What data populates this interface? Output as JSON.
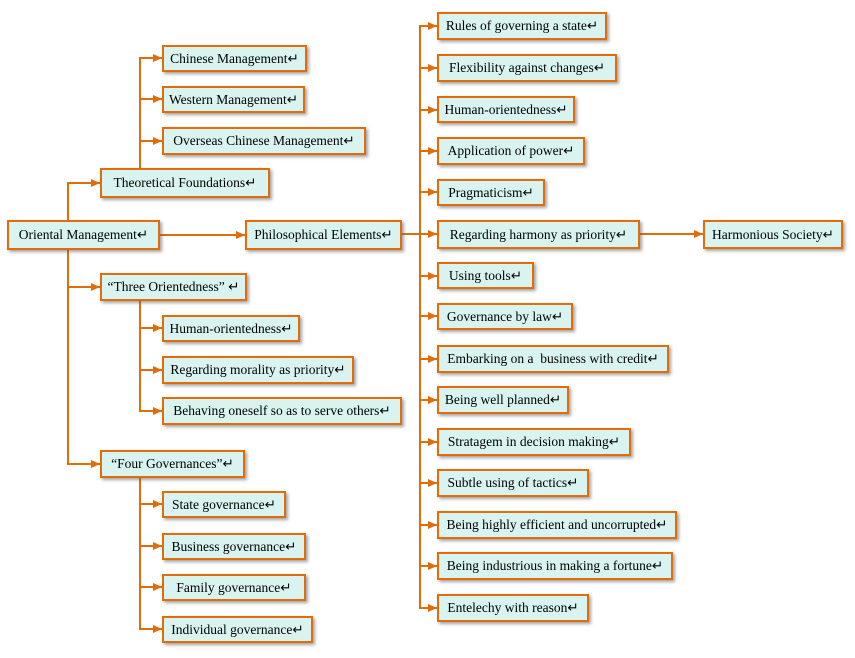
{
  "diagram": {
    "type": "tree-flowchart",
    "colors": {
      "box_fill": "#d8f3f0",
      "box_border": "#e36c0a",
      "connector_line": "#e36c0a",
      "text": "#000000",
      "background": "#ffffff"
    },
    "nodes": {
      "oriental_management": {
        "label": "Oriental Management↵"
      },
      "theoretical_foundations": {
        "label": "Theoretical Foundations↵"
      },
      "chinese_management": {
        "label": "Chinese Management↵"
      },
      "western_management": {
        "label": "Western Management↵"
      },
      "overseas_chinese_management": {
        "label": "Overseas Chinese Management↵"
      },
      "philosophical_elements": {
        "label": "Philosophical Elements↵"
      },
      "three_orientedness": {
        "label": "“Three Orientedness” ↵"
      },
      "human_orientedness_left": {
        "label": "Human-orientedness↵"
      },
      "regarding_morality": {
        "label": "Regarding morality as priority↵"
      },
      "behaving_oneself": {
        "label": "Behaving oneself so as to serve others↵"
      },
      "four_governances": {
        "label": "“Four Governances”↵"
      },
      "state_governance": {
        "label": "State governance↵"
      },
      "business_governance": {
        "label": "Business governance↵"
      },
      "family_governance": {
        "label": "Family governance↵"
      },
      "individual_governance": {
        "label": "Individual governance↵"
      },
      "rules_of_governing": {
        "label": "Rules of governing a state↵"
      },
      "flexibility_changes": {
        "label": "Flexibility against changes↵"
      },
      "human_orientedness_right": {
        "label": "Human-orientedness↵"
      },
      "application_of_power": {
        "label": "Application of power↵"
      },
      "pragmaticism": {
        "label": "Pragmaticism↵"
      },
      "regarding_harmony": {
        "label": "Regarding harmony as priority↵"
      },
      "using_tools": {
        "label": "Using tools↵"
      },
      "governance_by_law": {
        "label": "Governance by law↵"
      },
      "embarking_credit": {
        "label": "Embarking on a  business with credit↵"
      },
      "being_well_planned": {
        "label": "Being well planned↵"
      },
      "stratagem_decision": {
        "label": "Stratagem in decision making↵"
      },
      "subtle_tactics": {
        "label": "Subtle using of tactics↵"
      },
      "highly_efficient": {
        "label": "Being highly efficient and uncorrupted↵"
      },
      "industrious_fortune": {
        "label": "Being industrious in making a fortune↵"
      },
      "entelechy_reason": {
        "label": "Entelechy with reason↵"
      },
      "harmonious_society": {
        "label": "Harmonious Society↵"
      }
    }
  }
}
